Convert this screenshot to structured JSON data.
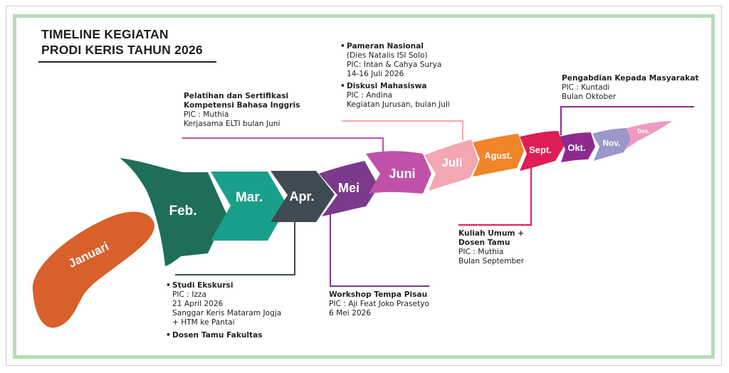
{
  "title": {
    "line1": "TIMELINE KEGIATAN",
    "line2": "PRODI KERIS TAHUN 2026"
  },
  "months": [
    {
      "label": "Januari",
      "color": "#d8602a"
    },
    {
      "label": "Feb.",
      "color": "#1f6e5a"
    },
    {
      "label": "Mar.",
      "color": "#1aa08a"
    },
    {
      "label": "Apr.",
      "color": "#3f4a52"
    },
    {
      "label": "Mei",
      "color": "#7b3a8c"
    },
    {
      "label": "Juni",
      "color": "#bf52a8"
    },
    {
      "label": "Juli",
      "color": "#f3a7b3"
    },
    {
      "label": "Agust.",
      "color": "#f0852a"
    },
    {
      "label": "Sept.",
      "color": "#de1e55"
    },
    {
      "label": "Okt.",
      "color": "#8e2a8e"
    },
    {
      "label": "Nov.",
      "color": "#9a97c9"
    },
    {
      "label": "Des.",
      "color": "#ee9ac3"
    }
  ],
  "events": {
    "juni": {
      "title": "Pelatihan dan Sertifikasi",
      "title2": "Kompetensi Bahasa Inggris",
      "pic": "PIC : Muthia",
      "note": "Kerjasama ELTI bulan Juni"
    },
    "juli": {
      "title1": "Pameran Nasional",
      "sub1": "(Dies Natalis ISI Solo)",
      "pic1": "PIC: Intan & Cahya Surya",
      "date1": "14-16 Juli 2026",
      "title2": "Diskusi Mahasiswa",
      "pic2": "PIC : Andina",
      "note2": "Kegiatan Jurusan, bulan Juli"
    },
    "oktober": {
      "title": "Pengabdian Kepada Masyarakat",
      "pic": "PIC : Kuntadi",
      "note": "Bulan Oktober"
    },
    "april": {
      "title1": "Studi Ekskursi",
      "pic": "PIC : Izza",
      "date": "21 April 2026",
      "note1": "Sanggar Keris Mataram Jogja",
      "note2": "+ HTM ke Pantai",
      "title2": "Dosen Tamu Fakultas"
    },
    "mei": {
      "title": "Workshop Tempa Pisau",
      "pic": "PIC : Aji Feat Joko Prasetyo",
      "date": "6 Mei 2026"
    },
    "september": {
      "title1": "Kuliah Umum +",
      "title2": "Dosen Tamu",
      "pic": "PIC : Muthia",
      "note": "Bulan September"
    }
  },
  "colors": {
    "frame": "#b6dcb8",
    "connector_juni": "#bf52a8",
    "connector_juli": "#f3a7b3",
    "connector_okt": "#8e2a8e",
    "connector_apr": "#3f4a52",
    "connector_mei": "#7b3a8c",
    "connector_sept": "#de1e55"
  }
}
